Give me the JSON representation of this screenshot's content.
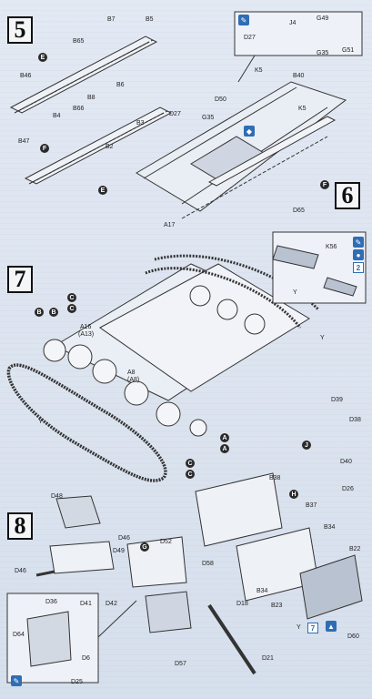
{
  "steps": [
    "5",
    "6",
    "7",
    "8"
  ],
  "step5": {
    "labels": [
      "B7",
      "B5",
      "B65",
      "B46",
      "B4",
      "B66",
      "B8",
      "B6",
      "B3",
      "B47",
      "B2",
      "D27",
      "J4",
      "G49",
      "G35",
      "G51",
      "K5",
      "B40",
      "D50",
      "G35",
      "D27",
      "K5",
      "A17",
      "D65"
    ],
    "markers": [
      "E",
      "F",
      "E",
      "F"
    ]
  },
  "step7": {
    "labels": [
      "A16",
      "(A13)",
      "A8",
      "(A8)",
      "Y",
      "Y",
      "K56",
      "Y"
    ],
    "markers": [
      "B",
      "B",
      "C",
      "C",
      "C",
      "C",
      "A",
      "A"
    ],
    "insert_num": "2"
  },
  "step8": {
    "labels": [
      "D39",
      "D38",
      "J",
      "D40",
      "D26",
      "B38",
      "H",
      "B37",
      "B34",
      "D48",
      "D46",
      "D49",
      "D46",
      "G",
      "D52",
      "D58",
      "B22",
      "B34",
      "B23",
      "D42",
      "D18",
      "D60",
      "Y",
      "7",
      "D36",
      "D41",
      "D64",
      "D6",
      "D25",
      "D57",
      "D21"
    ]
  }
}
